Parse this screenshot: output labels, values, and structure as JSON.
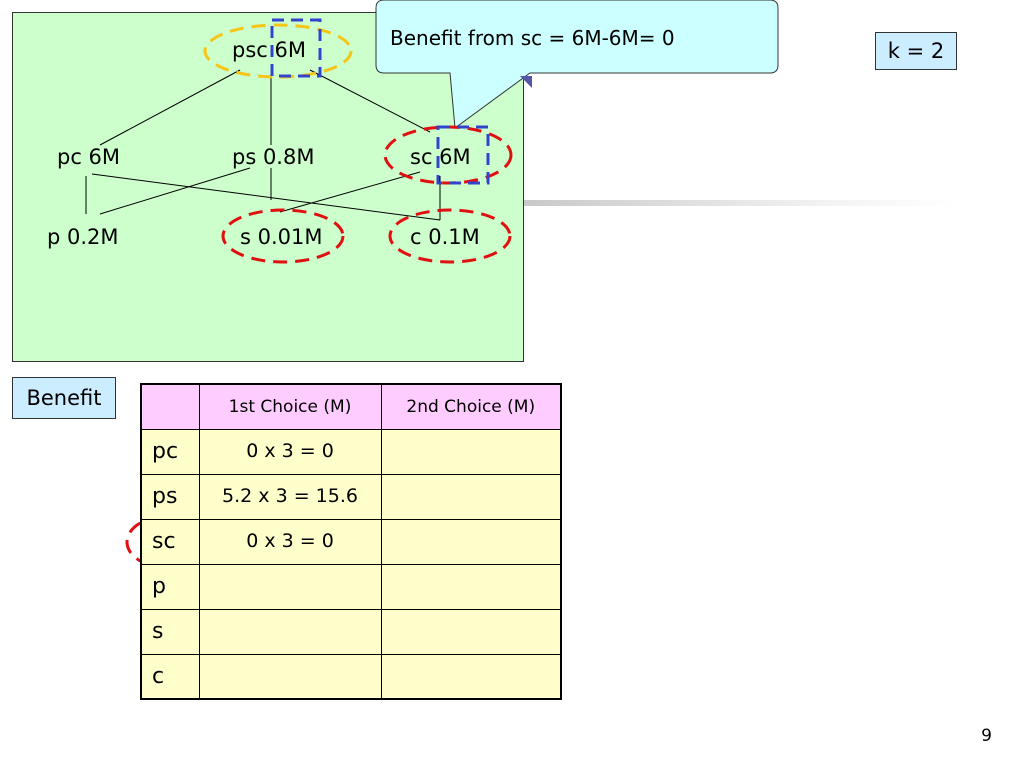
{
  "lattice": {
    "nodes": {
      "psc": "psc 6M",
      "pc": "pc 6M",
      "ps": "ps 0.8M",
      "sc": "sc 6M",
      "p": "p 0.2M",
      "s": "s 0.01M",
      "c": "c 0.1M"
    }
  },
  "callout": {
    "text": "Benefit from sc =   6M-6M= 0"
  },
  "k_label": "k = 2",
  "benefit_label": "Benefit",
  "table": {
    "headers": [
      "",
      "1st Choice (M)",
      "2nd Choice (M)"
    ],
    "rows": [
      {
        "label": "pc",
        "first": "0 x 3 = 0",
        "second": ""
      },
      {
        "label": "ps",
        "first": "5.2 x 3 = 15.6",
        "second": ""
      },
      {
        "label": "sc",
        "first": "0 x 3 = 0",
        "second": ""
      },
      {
        "label": "p",
        "first": "",
        "second": ""
      },
      {
        "label": "s",
        "first": "",
        "second": ""
      },
      {
        "label": "c",
        "first": "",
        "second": ""
      }
    ]
  },
  "page_number": "9",
  "colors": {
    "panel": "#ccffcc",
    "callout": "#ccffff",
    "highlight_yellow": "#f5c518",
    "highlight_red": "#e01010",
    "highlight_blue": "#3344cc",
    "header_row": "#ffccff",
    "body_rows": "#ffffcc",
    "label_box": "#ccecff"
  }
}
